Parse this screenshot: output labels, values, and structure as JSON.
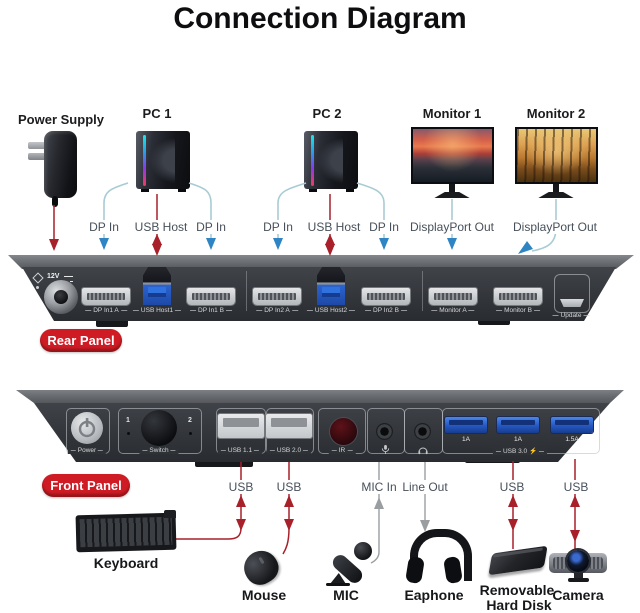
{
  "title": "Connection Diagram",
  "top_devices": {
    "power_supply": "Power Supply",
    "pc1": "PC 1",
    "pc2": "PC 2",
    "monitor1": "Monitor 1",
    "monitor2": "Monitor 2"
  },
  "top_port_labels": [
    "DP In",
    "USB Host",
    "DP In",
    "DP In",
    "USB Host",
    "DP In",
    "DisplayPort Out",
    "DisplayPort Out"
  ],
  "rear_panel": {
    "badge": "Rear Panel",
    "voltage": "12V",
    "port_labels": [
      "DP In1 A",
      "USB Host1",
      "DP In1 B",
      "DP In2 A",
      "USB Host2",
      "DP In2 B",
      "Monitor A",
      "Monitor B",
      "Update"
    ]
  },
  "front_panel": {
    "badge": "Front Panel",
    "power": "Power",
    "switch": "Switch",
    "switch_1": "1",
    "switch_2": "2",
    "usb11": "USB 1.1",
    "usb20": "USB 2.0",
    "ir": "IR",
    "usb3_amps": [
      "1A",
      "1A",
      "1.5A"
    ],
    "usb3_label": "USB 3.0 ⚡"
  },
  "bottom_port_labels": [
    "USB",
    "USB",
    "MIC In",
    "Line Out",
    "USB",
    "USB"
  ],
  "bottom_devices": {
    "keyboard": "Keyboard",
    "mouse": "Mouse",
    "mic": "MIC",
    "earphone": "Eaphone",
    "disk_line1": "Removable",
    "disk_line2": "Hard Disk",
    "camera": "Camera"
  },
  "colors": {
    "red_arrow": "#a8202a",
    "blue_arrow": "#2f85c4",
    "teal_line": "#a8ccd4",
    "gray_line": "#9b9ea1",
    "badge_red": "#ce1b24"
  }
}
